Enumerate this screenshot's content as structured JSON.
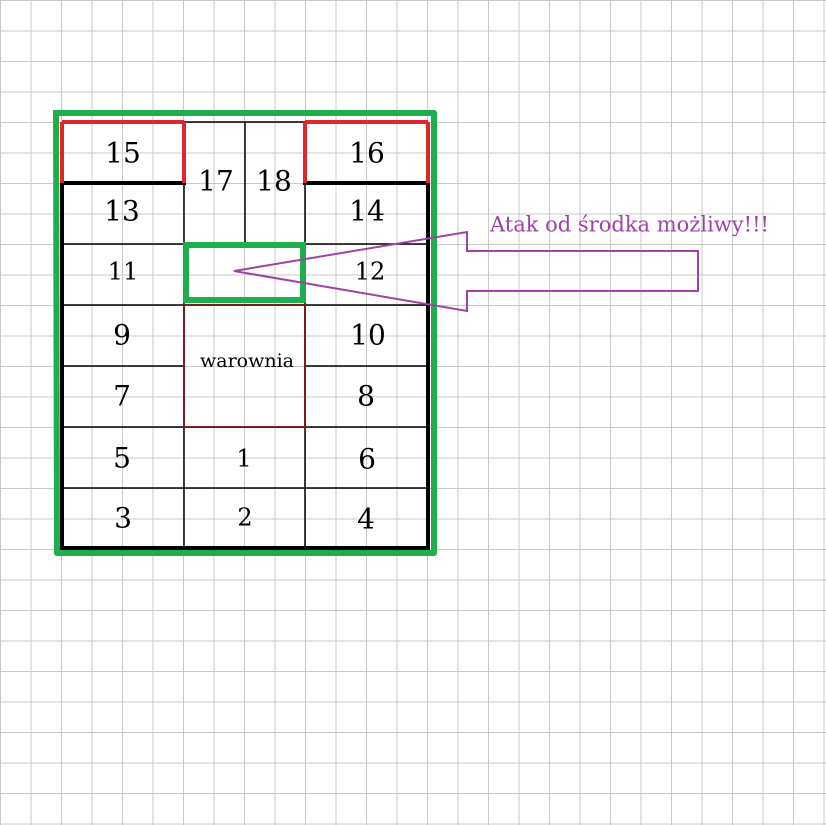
{
  "cells": {
    "n1": "1",
    "n2": "2",
    "n3": "3",
    "n4": "4",
    "n5": "5",
    "n6": "6",
    "n7": "7",
    "n8": "8",
    "n9": "9",
    "n10": "10",
    "n11": "11",
    "n12": "12",
    "n13": "13",
    "n14": "14",
    "n15": "15",
    "n16": "16",
    "n17": "17",
    "n18": "18"
  },
  "keep_label": "warownia",
  "annotation": {
    "text": "Atak od środka możliwy!!!",
    "color": "#a040a8"
  },
  "colors": {
    "outer_border": "#1fae4b",
    "gate_marker": "#1fae4b",
    "top_towers": "#e0262b",
    "keep_border": "#7b1c22",
    "grid_lines": "#000000"
  }
}
